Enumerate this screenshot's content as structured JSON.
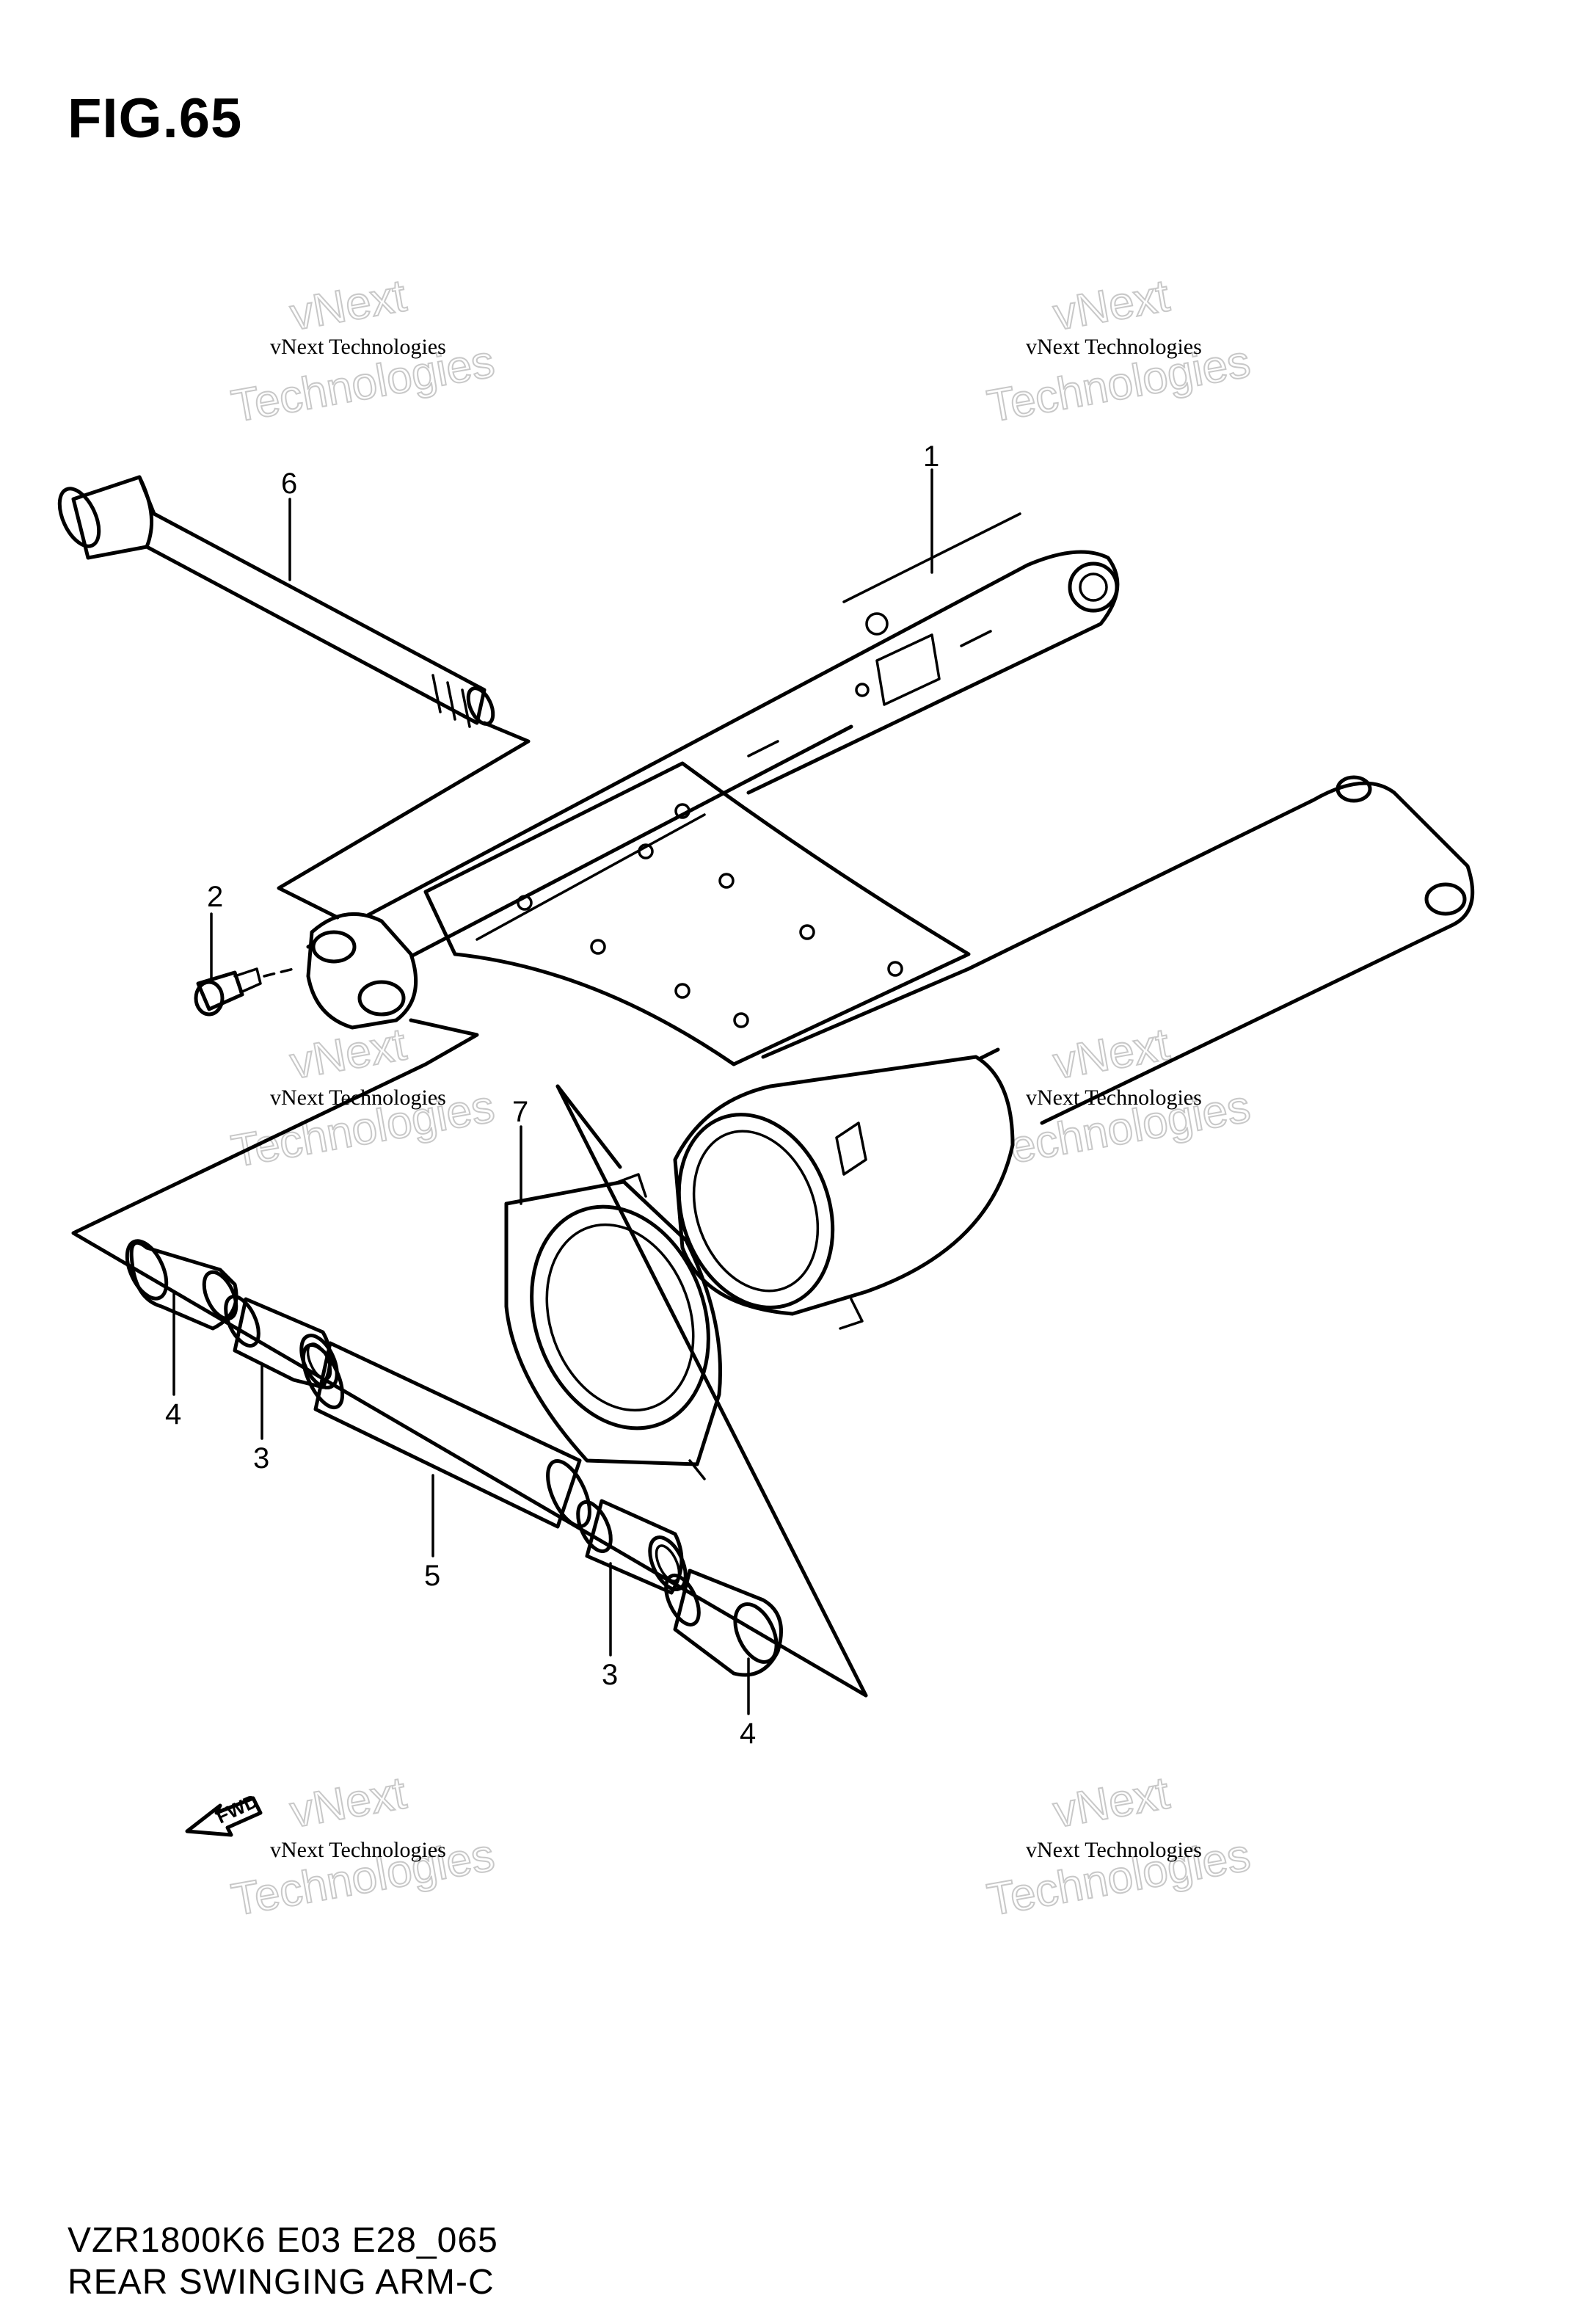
{
  "figure": {
    "title": "FIG.65"
  },
  "footer": {
    "model_code": "VZR1800K6 E03 E28_065",
    "part_group": "REAR SWINGING ARM-C"
  },
  "callouts": {
    "c1": "1",
    "c2": "2",
    "c3a": "3",
    "c3b": "3",
    "c4a": "4",
    "c4b": "4",
    "c5": "5",
    "c6": "6",
    "c7": "7"
  },
  "direction_arrow": {
    "label": "FWD",
    "icon": "forward-arrow-icon"
  },
  "watermark": {
    "line1": "vNext Technologies",
    "line2": "Technologies",
    "line3": "vNext"
  }
}
